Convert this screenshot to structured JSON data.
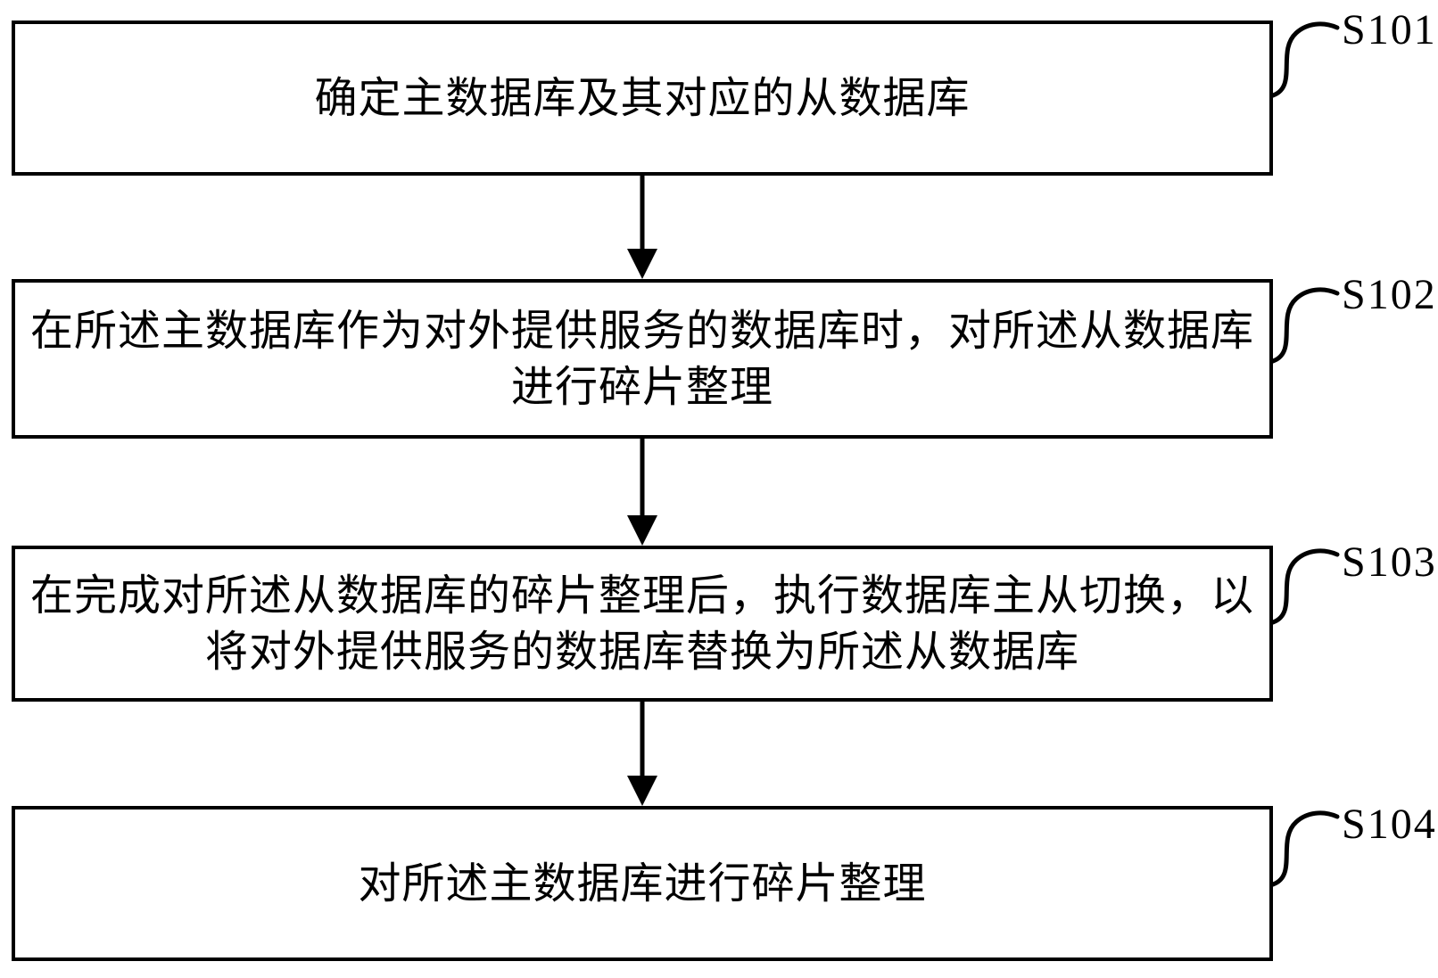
{
  "figure": {
    "type": "flowchart",
    "background": "#ffffff",
    "line_color": "#000000",
    "text_color": "#000000"
  },
  "steps": [
    {
      "id": "S101",
      "lines": [
        "确定主数据库及其对应的从数据库"
      ]
    },
    {
      "id": "S102",
      "lines": [
        "在所述主数据库作为对外提供服务的数据库时，对所述从数据库",
        "进行碎片整理"
      ]
    },
    {
      "id": "S103",
      "lines": [
        "在完成对所述从数据库的碎片整理后，执行数据库主从切换，以",
        "将对外提供服务的数据库替换为所述从数据库"
      ]
    },
    {
      "id": "S104",
      "lines": [
        "对所述主数据库进行碎片整理"
      ]
    }
  ]
}
